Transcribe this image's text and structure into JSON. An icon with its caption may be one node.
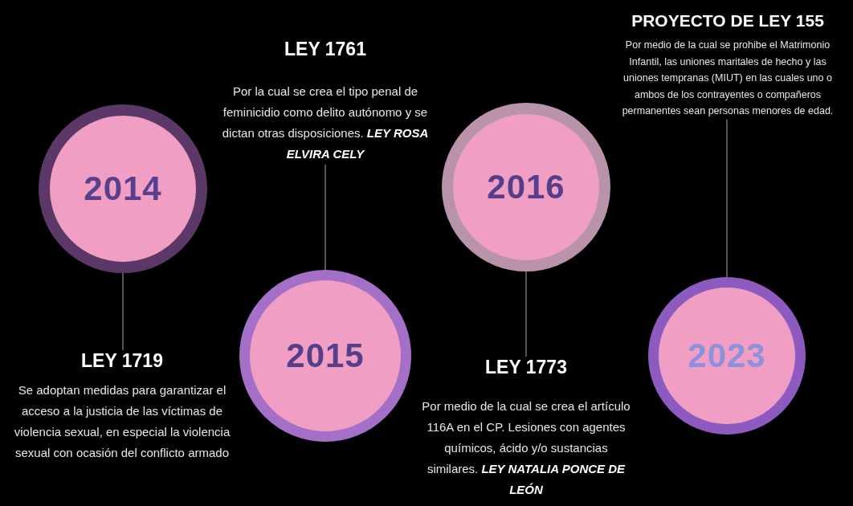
{
  "diagram": {
    "nodes": [
      {
        "text": [
          "2014"
        ]
      },
      {
        "text": [
          "LEY 1719",
          "Se adoptan medidas para garantizar el acceso a la justicia de las víctimas de violencia sexual, en especial la violencia sexual con ocasión del conflicto armado"
        ]
      },
      {
        "text": [
          "2015"
        ]
      },
      {
        "text": [
          "LEY 1761",
          "Por la cual se crea el tipo penal de feminicidio como delito autónomo y se dictan otras disposiciones. *LEY ROSA ELVIRA CELY*"
        ]
      },
      {
        "text": [
          "2016"
        ]
      },
      {
        "text": [
          "LEY 1773",
          "Por medio de la cual se crea el artículo 116A en el CP. Lesiones con agentes químicos, ácido y/o sustancias similares. *LEY NATALIA PONCE DE LEÓN*"
        ]
      },
      {
        "text": [
          "2023"
        ]
      },
      {
        "text": [
          "PROYECTO DE LEY 155",
          "Por medio de la cual se prohibe el Matrimonio Infantil, las uniones maritales de hecho y las uniones tempranas (MIUT) en las cuales uno o ambos de los contrayentes o compañeros permanentes sean personas menores de edad."
        ]
      }
    ],
    "edges": [
      {
        "from": 0,
        "to": 1,
        "arrow": "none"
      },
      {
        "from": 2,
        "to": 3,
        "arrow": "none"
      },
      {
        "from": 4,
        "to": 5,
        "arrow": "none"
      },
      {
        "from": 6,
        "to": 7,
        "arrow": "none"
      }
    ]
  }
}
